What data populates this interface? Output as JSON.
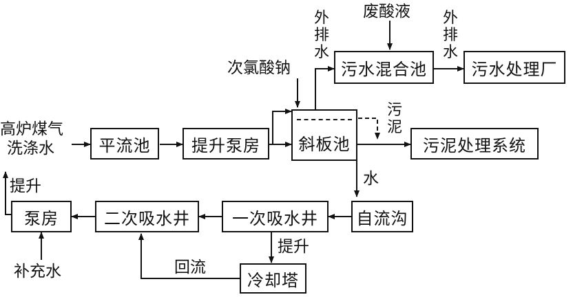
{
  "boxes": {
    "pingliuchi": "平流池",
    "tishengbengfang": "提升泵房",
    "xiebanchi": "斜板池",
    "wushuihunhechi": "污水混合池",
    "wushuichulichang": "污水处理厂",
    "wunichulixitong": "污泥处理系统",
    "ziliugou": "自流沟",
    "yiciXishuijing": "一次吸水井",
    "erciXishuijing": "二次吸水井",
    "bengfang": "泵房",
    "lengqueta": "冷却塔"
  },
  "labels": {
    "source_line1": "高炉煤气",
    "source_line2": "洗涤水",
    "sodium_hypochlorite": "次氯酸钠",
    "waste_acid": "废酸液",
    "external_drain_1": "外排水",
    "external_drain_2": "外排水",
    "sludge": "污泥",
    "water": "水",
    "lift_left": "提升",
    "lift_bottom": "提升",
    "return_flow": "回流",
    "makeup_water": "补充水"
  }
}
